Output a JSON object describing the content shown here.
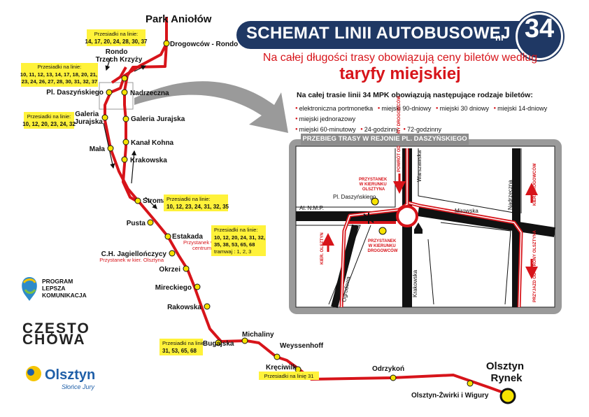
{
  "header": {
    "title": "SCHEMAT LINII AUTOBUSOWEJ",
    "nr_label": "nr",
    "line_number": "34"
  },
  "fares": {
    "line1": "Na całej długości trasy obowiązują ceny biletów według",
    "line2": "taryfy miejskiej"
  },
  "tickets": {
    "heading": "Na całej trasie linii 34 MPK obowiązują następujące rodzaje biletów:",
    "items": [
      "elektroniczna portmonetka",
      "miejski 90-dniowy",
      "miejski 30 dniowy",
      "miejski 14-dniowy",
      "miejski jednorazowy",
      "miejski 60-minutowy",
      "24-godzinny",
      "72-godzinny"
    ]
  },
  "stops": [
    {
      "name": "Park Aniołów"
    },
    {
      "name": "Drogowców - Rondo"
    },
    {
      "name": "Rondo Trzech Krzyży"
    },
    {
      "name": "Pl. Daszyńskiego"
    },
    {
      "name": "Nadrzeczna"
    },
    {
      "name": "Galeria Jurajska"
    },
    {
      "name": "Galeria Jurajska"
    },
    {
      "name": "Kanał Kohna"
    },
    {
      "name": "Mała"
    },
    {
      "name": "Krakowska"
    },
    {
      "name": "Stroma"
    },
    {
      "name": "Pusta"
    },
    {
      "name": "Estakada"
    },
    {
      "name": "C.H. Jagiellończycy"
    },
    {
      "name": "Okrzei"
    },
    {
      "name": "Mireckiego"
    },
    {
      "name": "Rakowska"
    },
    {
      "name": "Michaliny"
    },
    {
      "name": "Bugajska"
    },
    {
      "name": "Weyssenhoff"
    },
    {
      "name": "Kręciwilk"
    },
    {
      "name": "Odrzykoń"
    },
    {
      "name": "Olsztyn-Żwirki i Wigury"
    },
    {
      "name": "Olsztyn Rynek"
    }
  ],
  "stop_notes": {
    "estakada": "Przystanek w kier. centrum",
    "jagiellonczycy": "Przystanek w kier. Olsztyna"
  },
  "transfers": {
    "label": "Przesiadki na linie:",
    "rondo": "14, 17, 20, 24, 28, 30, 37",
    "daszynskiego": "10, 11, 12, 13, 14, 17, 18, 20, 21, 23, 24, 26, 27, 28, 30, 31, 32, 37",
    "galeria": "10, 12, 20, 23, 24, 32",
    "stroma": "10, 12, 23, 24, 31, 32, 35",
    "estakada": "10, 12, 20, 24, 31, 32, 35, 38, 53, 65, 68",
    "estakada_tram": "tramwaj : 1, 2, 3",
    "bugajska": "31, 53, 65, 68",
    "krec": "Przesiadki na linię 31"
  },
  "inset": {
    "title": "PRZEBIEG TRASY W REJONIE PL. DASZYŃSKIEGO",
    "streets": {
      "alnmp": "Al. N.M.P.",
      "mirowska": "Mirowska",
      "warszawska": "Warszawska",
      "nadrzeczna": "Nadrzeczna",
      "ogrodowa": "Ogrodowa",
      "krakowska": "Krakowska"
    },
    "stop_label": "Pl. Daszyńskiego",
    "notes": {
      "olsztyna": "PRZYSTANEK W KIERUNKU OLSZTYNA",
      "drogowcow": "PRZYSTANEK W KIERUNKU DROGOWCÓW",
      "powrot": "POWRÓT OD STRONY DROGOWCÓW",
      "kier_olsztyn": "KIER. OLSZTYN",
      "kier_drogowcow": "KIER. DROGOWCÓW",
      "przyjazd": "PRZYJAZD OD STRONY OLSZTYNA"
    }
  },
  "logos": {
    "program": "PROGRAM LEPSZA KOMUNIKACJA",
    "program_lines": [
      "PROGRAM",
      "LEPSZA",
      "KOMUNIKACJA"
    ],
    "czestochowa_top": "CZĘSTO",
    "czestochowa_bottom": "CHOWA",
    "olsztyn": "Olsztyn",
    "olsztyn_tagline": "Słońce Jury"
  },
  "colors": {
    "route": "#d7141a",
    "navy": "#1f3864",
    "stop": "#f6e200",
    "transfer_box": "#fff23a",
    "road": "#111111"
  }
}
